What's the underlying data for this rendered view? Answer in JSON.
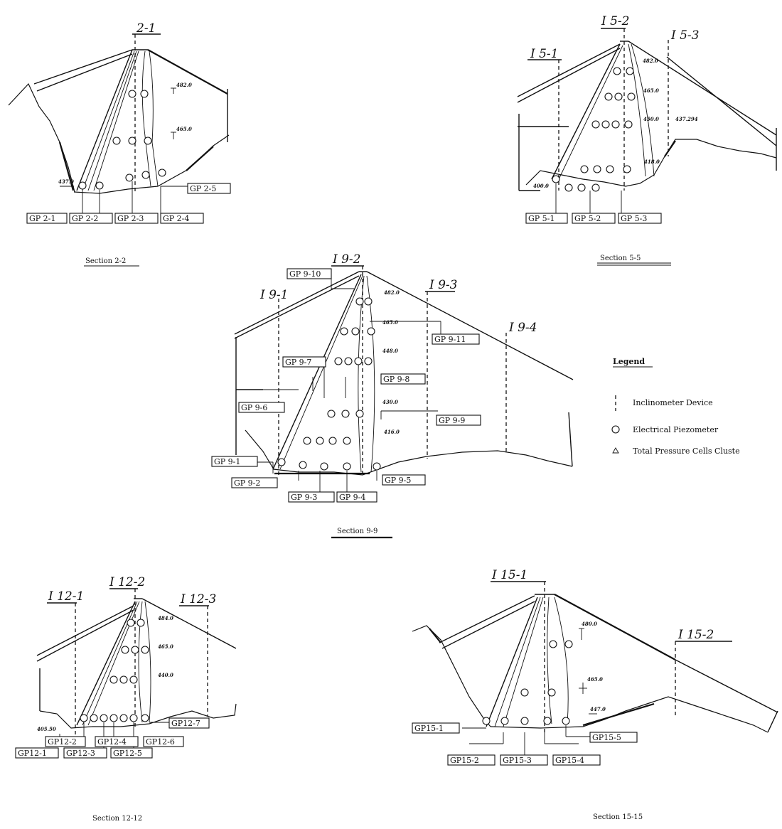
{
  "sections": {
    "s2": {
      "title": "Section 2-2",
      "inclinometers": [
        "2-1"
      ],
      "elevations": [
        "482.0",
        "465.0",
        "437.0"
      ],
      "gp": [
        "GP 2-1",
        "GP 2-2",
        "GP 2-3",
        "GP 2-4",
        "GP 2-5"
      ]
    },
    "s5": {
      "title": "Section 5-5",
      "inclinometers": [
        "I 5-1",
        "I 5-2",
        "I 5-3"
      ],
      "elevations": [
        "482.0",
        "465.0",
        "450.0",
        "437.294",
        "418.0",
        "400.0"
      ],
      "gp": [
        "GP 5-1",
        "GP 5-2",
        "GP 5-3"
      ]
    },
    "s9": {
      "title": "Section 9-9",
      "inclinometers": [
        "I 9-1",
        "I 9-2",
        "I 9-3",
        "I 9-4"
      ],
      "elevations": [
        "482.0",
        "465.0",
        "448.0",
        "430.0",
        "416.0"
      ],
      "gp": [
        "GP 9-1",
        "GP 9-2",
        "GP 9-3",
        "GP 9-4",
        "GP 9-5",
        "GP 9-6",
        "GP 9-7",
        "GP 9-8",
        "GP 9-9",
        "GP 9-10",
        "GP 9-11"
      ]
    },
    "s12": {
      "title": "Section 12-12",
      "inclinometers": [
        "I 12-1",
        "I 12-2",
        "I 12-3"
      ],
      "elevations": [
        "484.0",
        "465.0",
        "440.0",
        "405.50"
      ],
      "gp": [
        "GP12-1",
        "GP12-2",
        "GP12-3",
        "GP12-4",
        "GP12-5",
        "GP12-6",
        "GP12-7"
      ]
    },
    "s15": {
      "title": "Section 15-15",
      "inclinometers": [
        "I 15-1",
        "I 15-2"
      ],
      "elevations": [
        "480.0",
        "465.0",
        "447.0"
      ],
      "gp": [
        "GP15-1",
        "GP15-2",
        "GP15-3",
        "GP15-4",
        "GP15-5"
      ]
    }
  },
  "legend": {
    "title": "Legend",
    "items": [
      {
        "label": "Inclinometer Device",
        "icon": "inclinometer-symbol"
      },
      {
        "label": "Electrical Piezometer",
        "icon": "piezometer-symbol"
      },
      {
        "label": "Total Pressure Cells Cluste",
        "icon": "pressure-cell-symbol"
      }
    ]
  }
}
